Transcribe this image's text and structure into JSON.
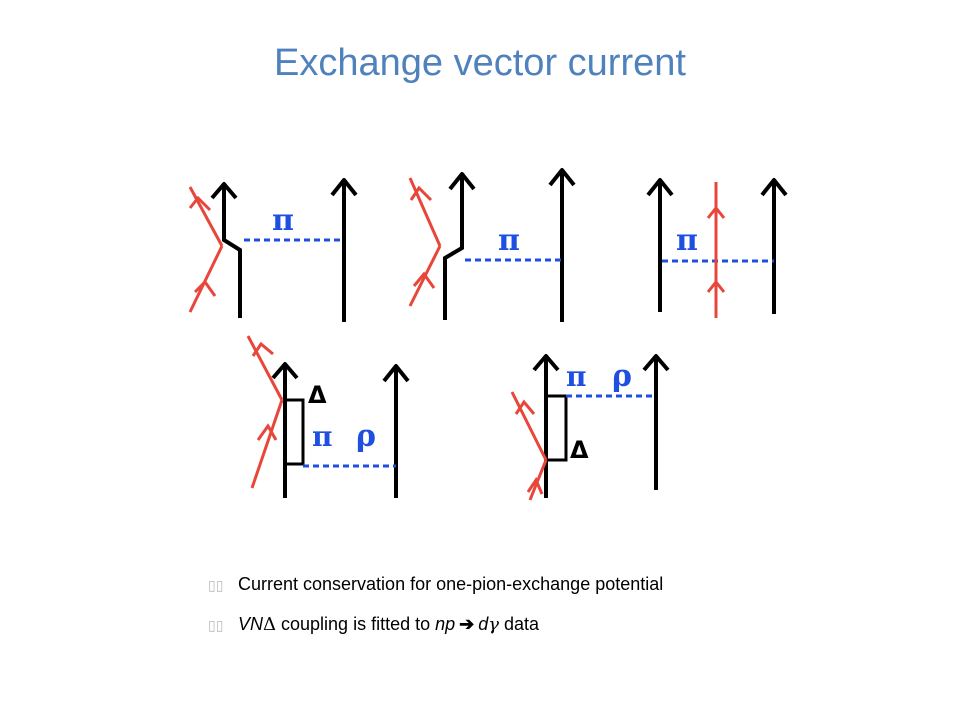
{
  "title": "Exchange vector current",
  "labels": {
    "pi": "π",
    "rho": "ρ",
    "delta": "Δ"
  },
  "bullets": [
    {
      "marker": "▯▯",
      "text": "Current conservation for one-pion-exchange potential"
    },
    {
      "marker": "▯▯",
      "vn": "VN",
      "delta": "Δ",
      "mid": " coupling is fitted to ",
      "np": "np",
      "arrow": "➔",
      "d": "d",
      "gamma": "γ",
      "tail": " data"
    }
  ],
  "colors": {
    "title": "#4f81bd",
    "nucleon": "#000000",
    "photon": "#e8463a",
    "meson": "#1f4fe0"
  }
}
